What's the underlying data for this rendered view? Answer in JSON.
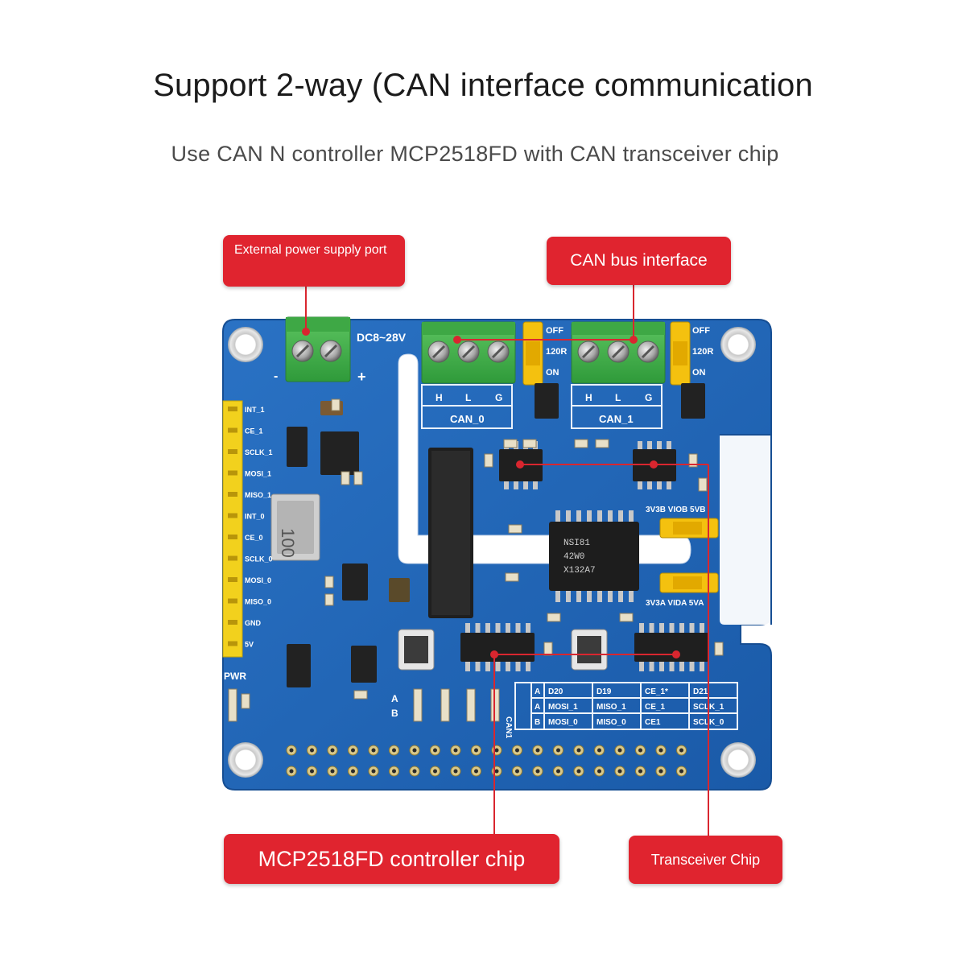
{
  "header": {
    "title": "Support 2-way (CAN interface communication",
    "subtitle": "Use CAN N controller MCP2518FD with CAN transceiver chip"
  },
  "callouts": {
    "power": "External power supply port",
    "can_bus": "CAN bus interface",
    "controller": "MCP2518FD controller chip",
    "transceiver": "Transceiver Chip"
  },
  "board": {
    "power_label": "DC8~28V",
    "minus": "-",
    "plus": "+",
    "can0_label": "CAN_0",
    "can1_label": "CAN_1",
    "terminal_pins": [
      "H",
      "L",
      "G"
    ],
    "jumper_off": "OFF",
    "jumper_120r": "120R",
    "jumper_on": "ON",
    "header_pins": [
      "INT_1",
      "CE_1",
      "SCLK_1",
      "MOSI_1",
      "MISO_1",
      "INT_0",
      "CE_0",
      "SCLK_0",
      "MOSI_0",
      "MISO_0",
      "GND",
      "5V"
    ],
    "pwr_label": "PWR",
    "inductor_label": "100",
    "isolator_label": [
      "NSI81",
      "42W0",
      "X132A7"
    ],
    "vio_label": "3V3B VIOB 5VB",
    "vida_label": "3V3A VIDA 5VA",
    "ab_labels": [
      "A",
      "B"
    ],
    "table_side": "CAN1",
    "table_rows": [
      [
        "A",
        "D20",
        "D19",
        "CE_1*",
        "D21"
      ],
      [
        "A",
        "MOSI_1",
        "MISO_1",
        "CE_1",
        "SCLK_1"
      ],
      [
        "B",
        "MOSI_0",
        "MISO_0",
        "CE1",
        "SCLK_0"
      ]
    ]
  },
  "colors": {
    "board": "#1f63b4",
    "callout": "#e0242f",
    "terminal": "#43b24c",
    "jumper": "#f4c10f",
    "header": "#f2d11d",
    "chip": "#1d1d1d",
    "line": "#d9262f"
  }
}
